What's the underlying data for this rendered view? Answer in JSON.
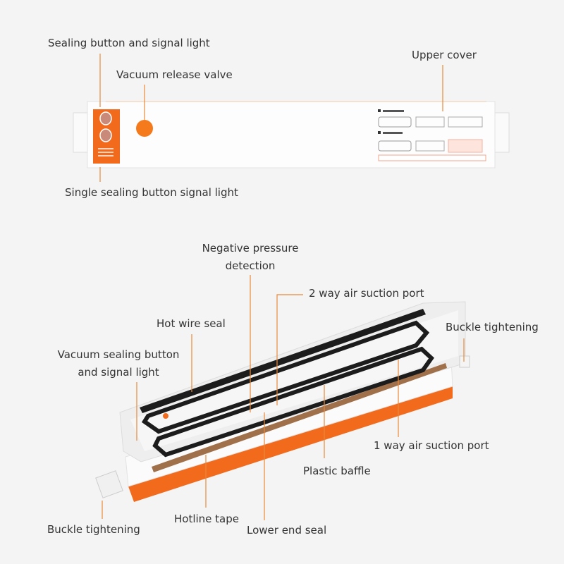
{
  "colors": {
    "accent": "#f26b1d",
    "leader_line": "#e8893a",
    "background": "#f4f4f4",
    "gasket": "#1c1c1c",
    "hotline_tape": "#a0704a"
  },
  "top_view": {
    "labels": {
      "sealing_button": "Sealing button and signal light",
      "vacuum_release_valve": "Vacuum release valve",
      "upper_cover": "Upper cover",
      "single_sealing": "Single sealing button signal light"
    }
  },
  "open_view": {
    "labels": {
      "negative_pressure_1": "Negative pressure",
      "negative_pressure_2": "detection",
      "two_way_port": "2 way air suction port",
      "hot_wire_seal": "Hot wire seal",
      "buckle_right": "Buckle tightening",
      "vacuum_button_1": "Vacuum sealing button",
      "vacuum_button_2": "and signal light",
      "one_way_port": "1 way air suction port",
      "plastic_baffle": "Plastic baffle",
      "hotline_tape": "Hotline tape",
      "lower_end_seal": "Lower end seal",
      "buckle_left": "Buckle tightening"
    }
  }
}
